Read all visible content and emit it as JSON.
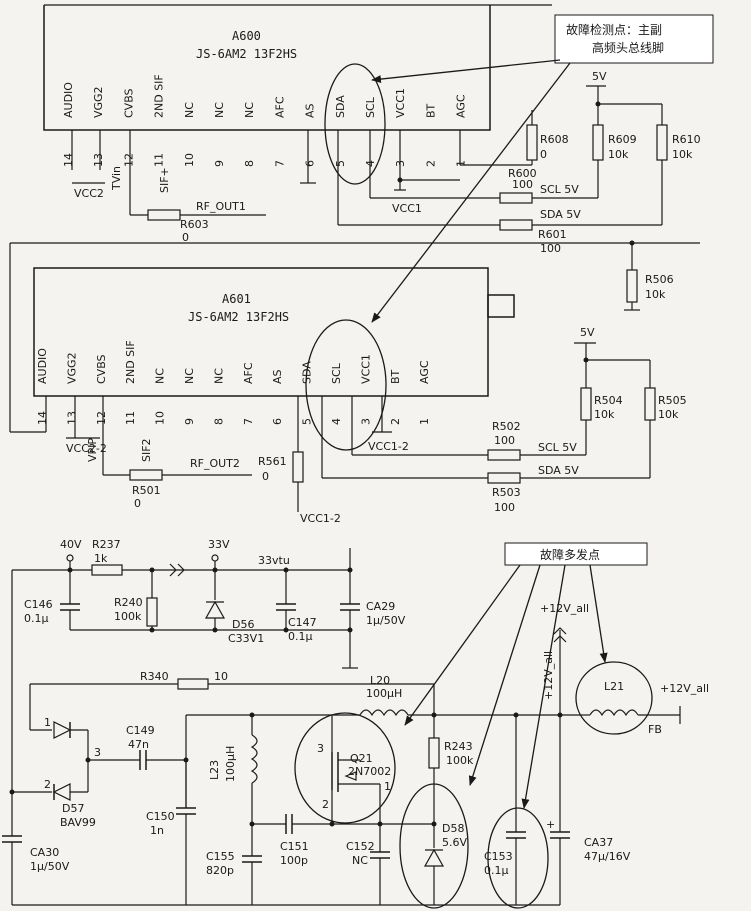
{
  "callouts": {
    "tuner_fault_point_line1": "故障检测点：主副",
    "tuner_fault_point_line2": "高频头总线脚",
    "frequent_fault_point": "故障多发点"
  },
  "tuner_a600": {
    "ref": "A600",
    "model": "JS-6AM2 13F2HS",
    "pins": [
      {
        "num": "14",
        "name": "AUDIO"
      },
      {
        "num": "13",
        "name": "VGG2"
      },
      {
        "num": "12",
        "name": "CVBS"
      },
      {
        "num": "11",
        "name": "2ND SIF"
      },
      {
        "num": "10",
        "name": "NC"
      },
      {
        "num": "9",
        "name": "NC"
      },
      {
        "num": "8",
        "name": "NC"
      },
      {
        "num": "7",
        "name": "AFC"
      },
      {
        "num": "6",
        "name": "AS"
      },
      {
        "num": "5",
        "name": "SDA"
      },
      {
        "num": "4",
        "name": "SCL"
      },
      {
        "num": "3",
        "name": "VCC1"
      },
      {
        "num": "2",
        "name": "BT"
      },
      {
        "num": "1",
        "name": "AGC"
      }
    ],
    "labels": {
      "vcc2": "VCC2",
      "tvin": "TVin",
      "sif": "SIF+",
      "rf_out": "RF_OUT1",
      "r603": "R603",
      "r603_val": "0",
      "r600": "R600",
      "r600_val": "100",
      "r601": "R601",
      "r601_val": "100",
      "r608": "R608",
      "r608_val": "0",
      "r609": "R609",
      "r609_val": "10k",
      "r610": "R610",
      "r610_val": "10k",
      "vcc1": "VCC1",
      "scl": "SCL 5V",
      "sda": "SDA 5V",
      "v5": "5V"
    }
  },
  "tuner_a601": {
    "ref": "A601",
    "model": "JS-6AM2 13F2HS",
    "pins": [
      {
        "num": "14",
        "name": "AUDIO"
      },
      {
        "num": "13",
        "name": "VGG2"
      },
      {
        "num": "12",
        "name": "CVBS"
      },
      {
        "num": "11",
        "name": "2ND SIF"
      },
      {
        "num": "10",
        "name": "NC"
      },
      {
        "num": "9",
        "name": "NC"
      },
      {
        "num": "8",
        "name": "NC"
      },
      {
        "num": "7",
        "name": "AFC"
      },
      {
        "num": "6",
        "name": "AS"
      },
      {
        "num": "5",
        "name": "SDA"
      },
      {
        "num": "4",
        "name": "SCL"
      },
      {
        "num": "3",
        "name": "VCC1"
      },
      {
        "num": "2",
        "name": "BT"
      },
      {
        "num": "1",
        "name": "AGC"
      }
    ],
    "labels": {
      "vcc2": "VCC2-2",
      "vpip": "VPIP",
      "sif": "SIF2",
      "rf_out": "RF_OUT2",
      "r501": "R501",
      "r501_val": "0",
      "r561": "R561",
      "r561_val": "0",
      "vcc1_2": "VCC1-2",
      "vcc1_2b": "VCC1-2",
      "r502": "R502",
      "r502_val": "100",
      "r503": "R503",
      "r503_val": "100",
      "r504": "R504",
      "r504_val": "10k",
      "r505": "R505",
      "r505_val": "10k",
      "r506": "R506",
      "r506_val": "10k",
      "scl": "SCL 5V",
      "sda": "SDA 5V",
      "v5": "5V"
    }
  },
  "power": {
    "v40": "40V",
    "r237": "R237",
    "r237_val": "1k",
    "v33": "33V",
    "v33vtu": "33vtu",
    "c146": "C146",
    "c146_val": "0.1μ",
    "r240": "R240",
    "r240_val": "100k",
    "d56": "D56",
    "d56_val": "C33V1",
    "c147": "C147",
    "c147_val": "0.1μ",
    "ca29": "CA29",
    "ca29_val": "1μ/50V",
    "r340": "R340",
    "r340_val": "10",
    "l20": "L20",
    "l20_val": "100μH",
    "v12_all_top": "+12V_all",
    "v12_all_slant": "+12V_all",
    "l21": "L21",
    "v12_all_right": "+12V_all",
    "fb": "FB",
    "c149": "C149",
    "c149_val": "47n",
    "d57": "D57",
    "d57_val": "BAV99",
    "node3": "3",
    "pin1": "1",
    "pin2": "2",
    "l23": "L23",
    "l23_val": "100μH",
    "q21": "Q21",
    "q21_val": "2N7002",
    "q_pin3": "3",
    "q_pin2": "2",
    "q_pin1": "1",
    "r243": "R243",
    "r243_val": "100k",
    "c150": "C150",
    "c150_val": "1n",
    "c151": "C151",
    "c151_val": "100p",
    "c152": "C152",
    "c152_val": "NC",
    "d58": "D58",
    "d58_val": "5.6V",
    "c153": "C153",
    "c153_val": "0.1μ",
    "ca37": "CA37",
    "ca37_val": "47μ/16V",
    "c155": "C155",
    "c155_val": "820p",
    "ca30": "CA30",
    "ca30_val": "1μ/50V"
  }
}
